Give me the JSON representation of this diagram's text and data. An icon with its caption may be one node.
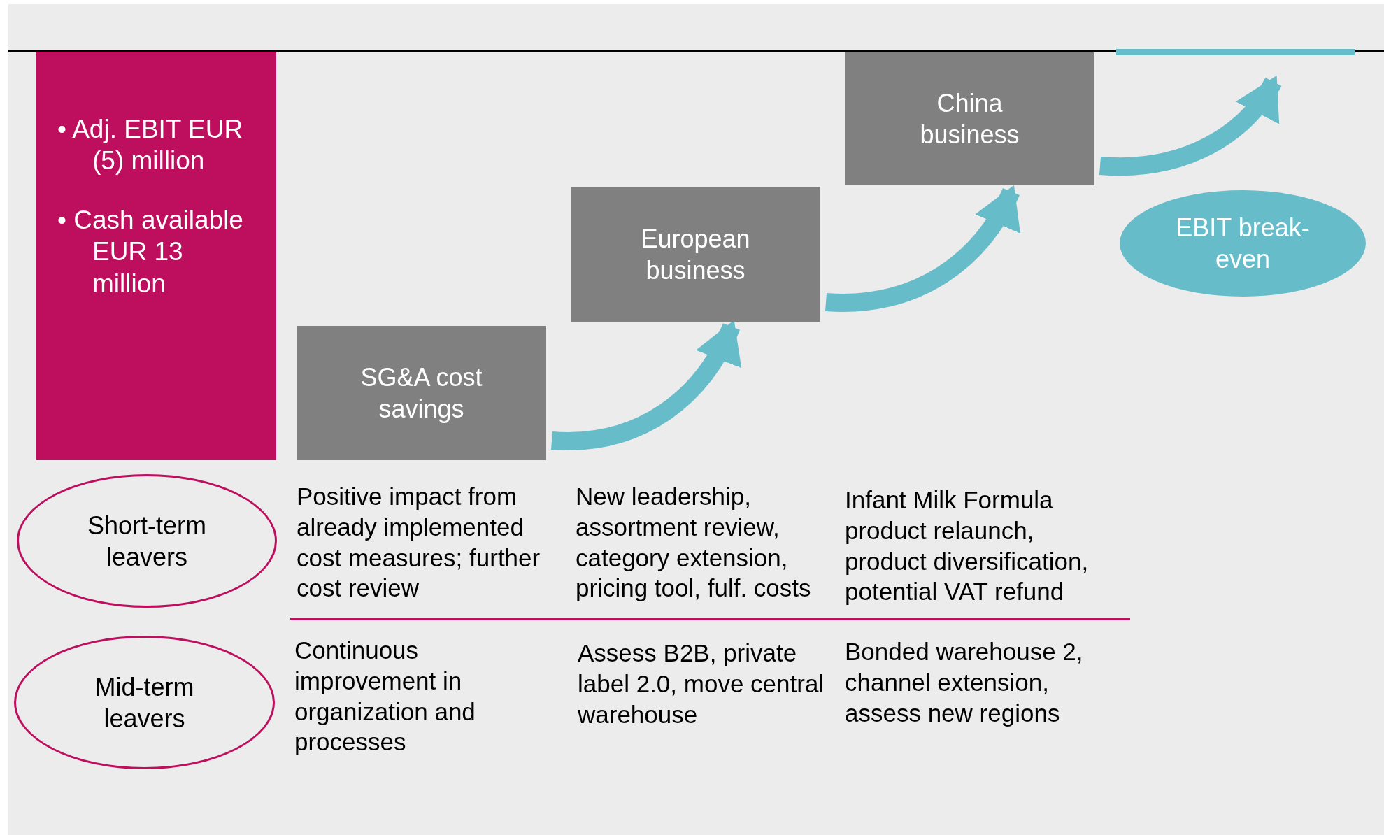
{
  "diagram": {
    "nodes": [
      {
        "text": [
          "• Adj. EBIT EUR (5) million",
          "• Cash available EUR 13 million"
        ]
      },
      {
        "text": [
          "SG&A cost savings"
        ]
      },
      {
        "text": [
          "European business"
        ]
      },
      {
        "text": [
          "China business"
        ]
      },
      {
        "text": [
          "EBIT break-even"
        ]
      },
      {
        "text": [
          "Short-term leavers"
        ]
      },
      {
        "text": [
          "Mid-term leavers"
        ]
      }
    ],
    "edges": [
      {
        "from": 1,
        "to": 2,
        "arrow": "to"
      },
      {
        "from": 2,
        "to": 3,
        "arrow": "to"
      },
      {
        "from": 3,
        "to": 4,
        "arrow": "to"
      }
    ],
    "labels": [
      "Positive impact from already implemented cost measures; further cost review",
      "New leadership, assortment review, category extension, pricing tool, fulf. costs",
      "Infant Milk Formula product relaunch, product diversification, potential VAT refund",
      "Continuous improvement in organization and processes",
      "Assess B2B, private label 2.0, move central warehouse",
      "Bonded warehouse 2, channel extension, assess new regions"
    ]
  }
}
